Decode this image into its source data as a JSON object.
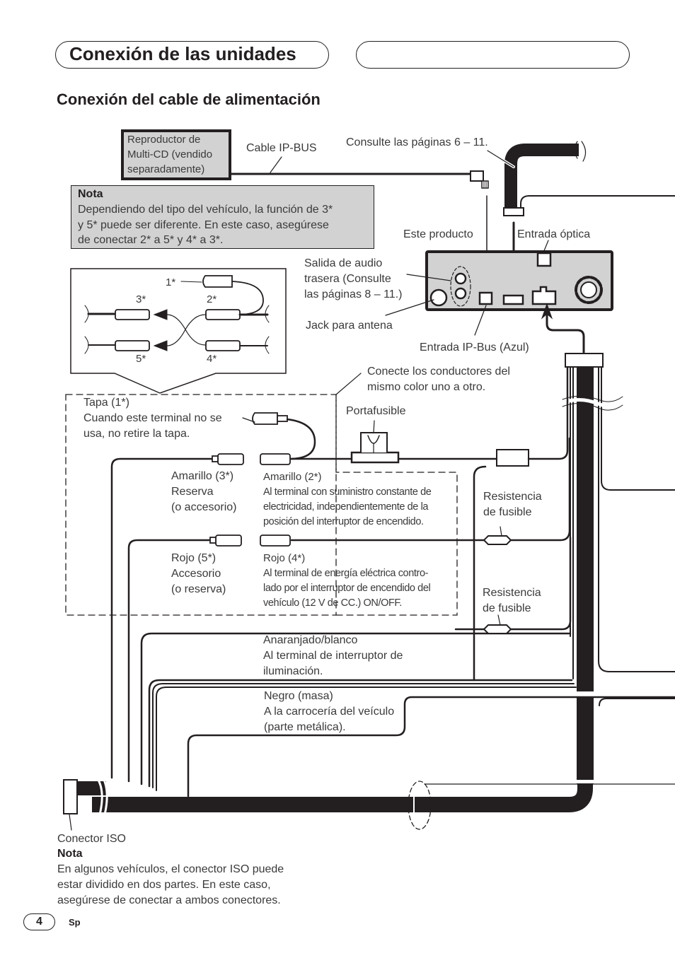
{
  "header": {
    "section_title": "Conexión de las unidades",
    "right_tab": ""
  },
  "subtitle": "Conexión del cable de alimentación",
  "labels": {
    "multi_cd": "Reproductor de\nMulti-CD (vendido\nseparadamente)",
    "cable_ipbus": "Cable IP-BUS",
    "consulte_6_11": "Consulte las páginas 6 – 11.",
    "este_producto": "Este producto",
    "entrada_optica": "Entrada óptica",
    "salida_audio": "Salida de audio\ntrasera (Consulte\nlas páginas 8 – 11.)",
    "jack_antena": "Jack para antena",
    "entrada_ipbus": "Entrada IP-Bus (Azul)",
    "conecte_conductores": "Conecte los conductores del\nmismo color uno a otro.",
    "tapa": "Tapa (1*)\nCuando este terminal no se\nusa, no retire la tapa.",
    "portafusible": "Portafusible",
    "amarillo3": "Amarillo (3*)\nReserva\n(o accesorio)",
    "amarillo2_title": "Amarillo (2*)",
    "amarillo2_desc": "Al terminal con suministro constante de\nelectricidad, independientemente de la\nposición del interruptor de encendido.",
    "resistencia1": "Resistencia\nde fusible",
    "rojo5": "Rojo (5*)\nAccesorio\n(o reserva)",
    "rojo4_title": "Rojo (4*)",
    "rojo4_desc": "Al terminal de energía eléctrica contro-\nlado por el interruptor de encendido del\nvehículo (12 V de CC.) ON/OFF.",
    "resistencia2": "Resistencia\nde fusible",
    "anaranjado": "Anaranjado/blanco\nAl terminal de interruptor de\niluminación.",
    "negro": "Negro (masa)\nA la carrocería del veículo\n(parte metálica).",
    "conector_iso": "Conector ISO"
  },
  "detail": {
    "c1": "1*",
    "c2": "2*",
    "c3": "3*",
    "c4": "4*",
    "c5": "5*"
  },
  "note_top": {
    "heading": "Nota",
    "body": "Dependiendo del tipo del vehículo, la función de 3*\ny 5* puede ser diferente. En este caso, asegúrese\nde conectar 2* a 5* y 4* a 3*."
  },
  "note_bottom": {
    "heading": "Nota",
    "body": "En algunos vehículos, el conector ISO puede\nestar dividido en dos partes. En este caso,\nasegúrese de conectar a ambos conectores."
  },
  "footer": {
    "page_number": "4",
    "language": "Sp"
  },
  "colors": {
    "ink": "#231f20",
    "panel_gray": "#d2d2d2"
  }
}
